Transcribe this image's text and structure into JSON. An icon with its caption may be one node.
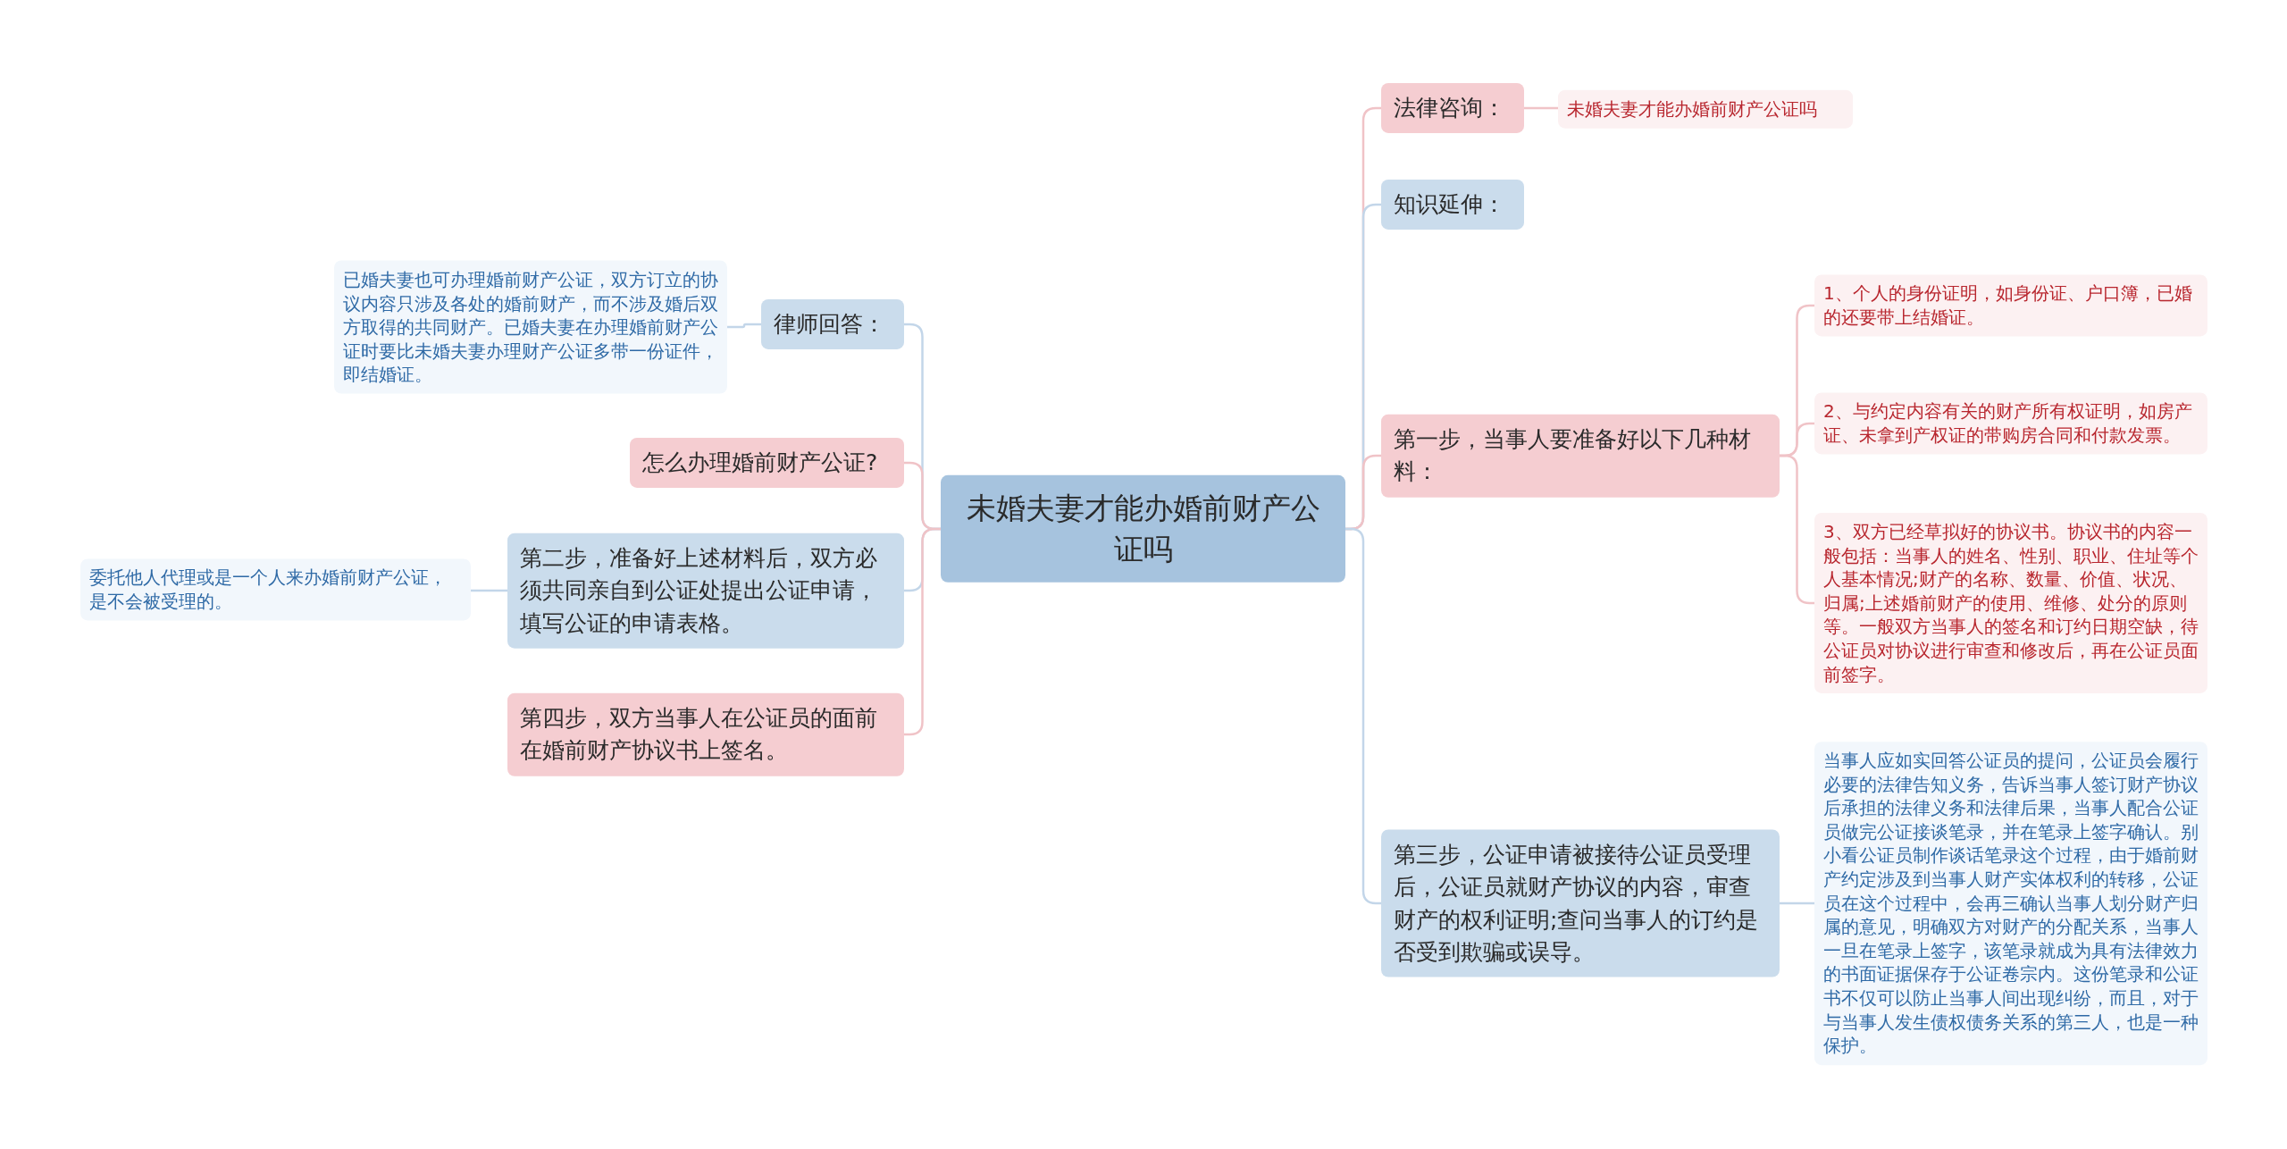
{
  "diagram": {
    "nodes": [
      {
        "text": [
          "未婚夫妻才能办婚前财产公证吗"
        ]
      },
      {
        "text": [
          "法律咨询："
        ]
      },
      {
        "text": [
          "未婚夫妻才能办婚前财产公证吗"
        ]
      },
      {
        "text": [
          "知识延伸："
        ]
      },
      {
        "text": [
          "第一步，当事人要准备好以下几种材料："
        ]
      },
      {
        "text": [
          "1、个人的身份证明，如身份证、户口簿，已婚的还要带上结婚证。"
        ]
      },
      {
        "text": [
          "2、与约定内容有关的财产所有权证明，如房产证、未拿到产权证的带购房合同和付款发票。"
        ]
      },
      {
        "text": [
          "3、双方已经草拟好的协议书。协议书的内容一般包括：当事人的姓名、性别、职业、住址等个人基本情况;财产的名称、数量、价值、状况、归属;上述婚前财产的使用、维修、处分的原则等。一般双方当事人的签名和订约日期空缺，待公证员对协议进行审查和修改后，再在公证员面前签字。"
        ]
      },
      {
        "text": [
          "第三步，公证申请被接待公证员受理后，公证员就财产协议的内容，审查财产的权利证明;查问当事人的订约是否受到欺骗或误导。"
        ]
      },
      {
        "text": [
          "当事人应如实回答公证员的提问，公证员会履行必要的法律告知义务，告诉当事人签订财产协议后承担的法律义务和法律后果，当事人配合公证员做完公证接谈笔录，并在笔录上签字确认。别小看公证员制作谈话笔录这个过程，由于婚前财产约定涉及到当事人财产实体权利的转移，公证员在这个过程中，会再三确认当事人划分财产归属的意见，明确双方对财产的分配关系，当事人一旦在笔录上签字，该笔录就成为具有法律效力的书面证据保存于公证卷宗内。这份笔录和公证书不仅可以防止当事人间出现纠纷，而且，对于与当事人发生债权债务关系的第三人，也是一种保护。"
        ]
      },
      {
        "text": [
          "律师回答："
        ]
      },
      {
        "text": [
          "已婚夫妻也可办理婚前财产公证，双方订立的协议内容只涉及各处的婚前财产，而不涉及婚后双方取得的共同财产。已婚夫妻在办理婚前财产公证时要比未婚夫妻办理财产公证多带一份证件，即结婚证。"
        ]
      },
      {
        "text": [
          "怎么办理婚前财产公证?"
        ]
      },
      {
        "text": [
          "第二步，准备好上述材料后，双方必须共同亲自到公证处提出公证申请，填写公证的申请表格。"
        ]
      },
      {
        "text": [
          "委托他人代理或是一个人来办婚前财产公证，是不会被受理的。"
        ]
      },
      {
        "text": [
          "第四步，双方当事人在公证员的面前在婚前财产协议书上签名。"
        ]
      }
    ],
    "edges": [
      {
        "from": 0,
        "to": 1,
        "arrow": "none"
      },
      {
        "from": 1,
        "to": 2,
        "arrow": "none"
      },
      {
        "from": 0,
        "to": 3,
        "arrow": "none",
        "color": "#c3d6e9"
      },
      {
        "from": 0,
        "to": 4,
        "arrow": "none"
      },
      {
        "from": 4,
        "to": 5,
        "arrow": "none"
      },
      {
        "from": 4,
        "to": 6,
        "arrow": "none"
      },
      {
        "from": 4,
        "to": 7,
        "arrow": "none"
      },
      {
        "from": 0,
        "to": 8,
        "arrow": "none",
        "color": "#c3d6e9"
      },
      {
        "from": 8,
        "to": 9,
        "arrow": "none",
        "color": "#c3d6e9"
      },
      {
        "from": 0,
        "to": 10,
        "arrow": "none",
        "color": "#c3d6e9"
      },
      {
        "from": 10,
        "to": 11,
        "arrow": "none",
        "color": "#c3d6e9"
      },
      {
        "from": 0,
        "to": 12,
        "arrow": "none"
      },
      {
        "from": 0,
        "to": 13,
        "arrow": "none",
        "color": "#c3d6e9"
      },
      {
        "from": 13,
        "to": 14,
        "arrow": "none",
        "color": "#c3d6e9"
      },
      {
        "from": 0,
        "to": 15,
        "arrow": "none"
      }
    ]
  }
}
